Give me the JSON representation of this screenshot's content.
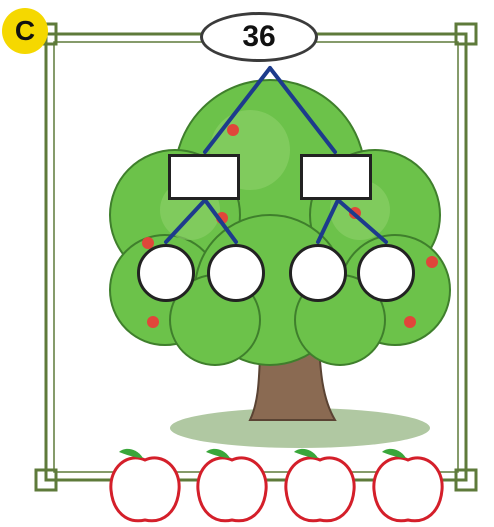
{
  "badge": {
    "label": "C"
  },
  "top": {
    "value": "36"
  },
  "colors": {
    "badge": "#f5d800",
    "frame": "#5e7a3a",
    "branch_line": "#1d3b8c",
    "foliage": "#6cc24a",
    "trunk": "#8a6a52",
    "apple_outline": "#d41f2a",
    "leaf": "#3aa63a"
  },
  "icons": [
    "apple-tree",
    "apple-outline-icon",
    "leaf-icon"
  ],
  "blanks": {
    "rectangles": 2,
    "circles": 4,
    "apples": 4
  }
}
